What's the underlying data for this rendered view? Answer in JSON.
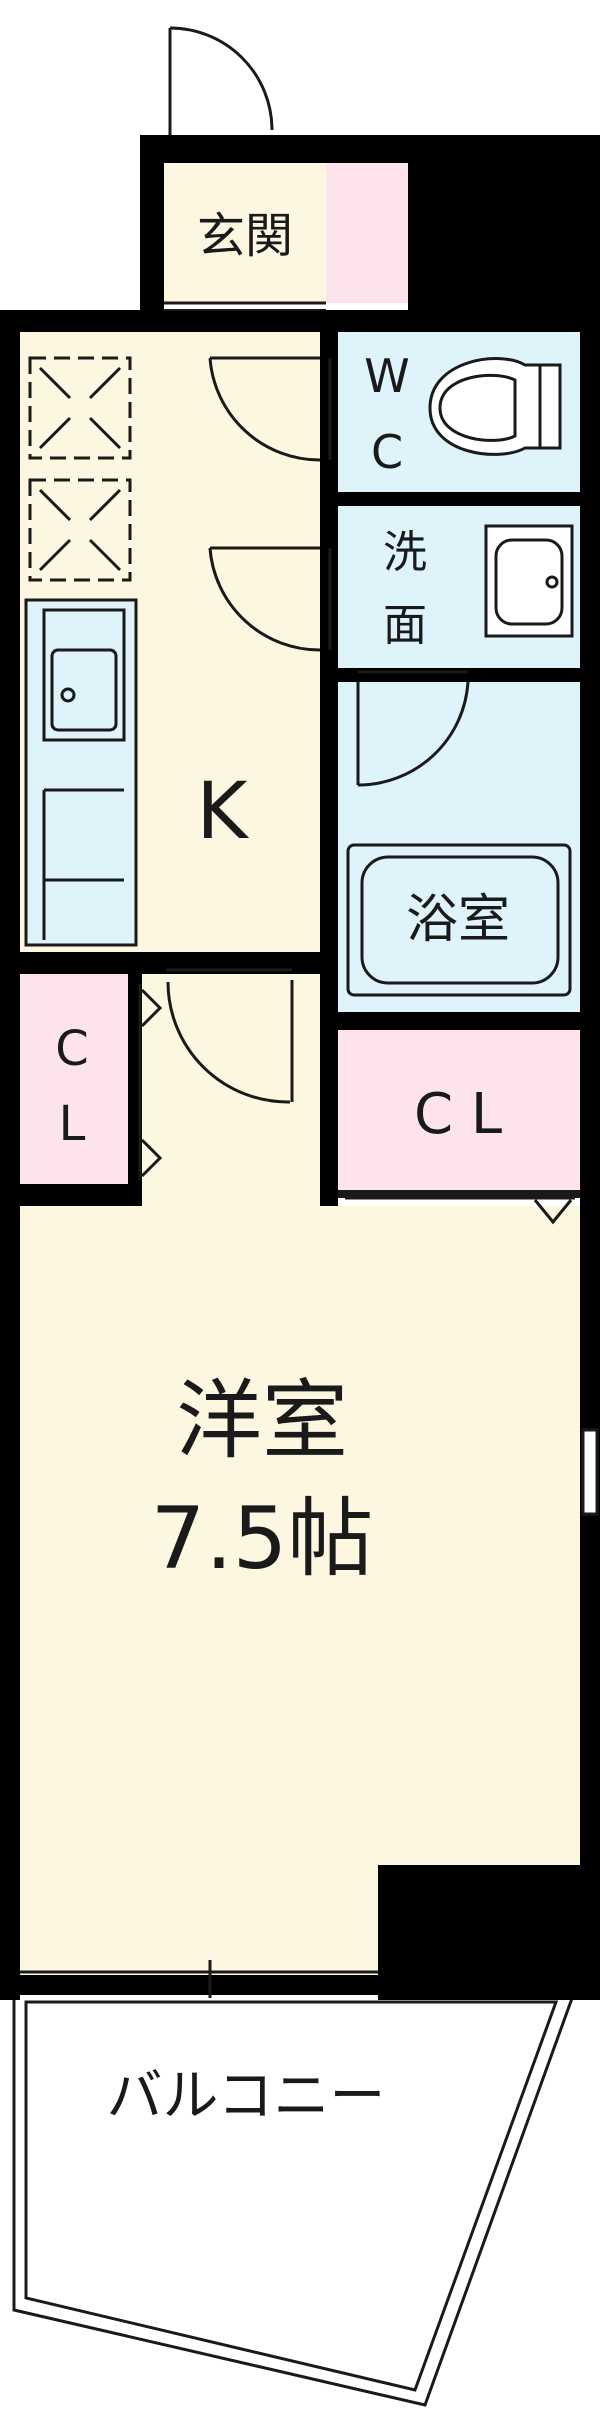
{
  "rooms": {
    "genkan": "玄関",
    "wc_line1": "W",
    "wc_line2": "C",
    "senmen_line1": "洗",
    "senmen_line2": "面",
    "kitchen": "K",
    "bath": "浴室",
    "cl_left_line1": "C",
    "cl_left_line2": "L",
    "cl_right": "C L",
    "western_room": "洋室",
    "western_room_size": "7.5帖",
    "balcony": "バルコニー"
  },
  "colors": {
    "floor": "#fdf6e0",
    "wet_area": "#dff3fb",
    "closet": "#fde3ea",
    "wall": "#000000",
    "line": "#1a1a1a"
  }
}
